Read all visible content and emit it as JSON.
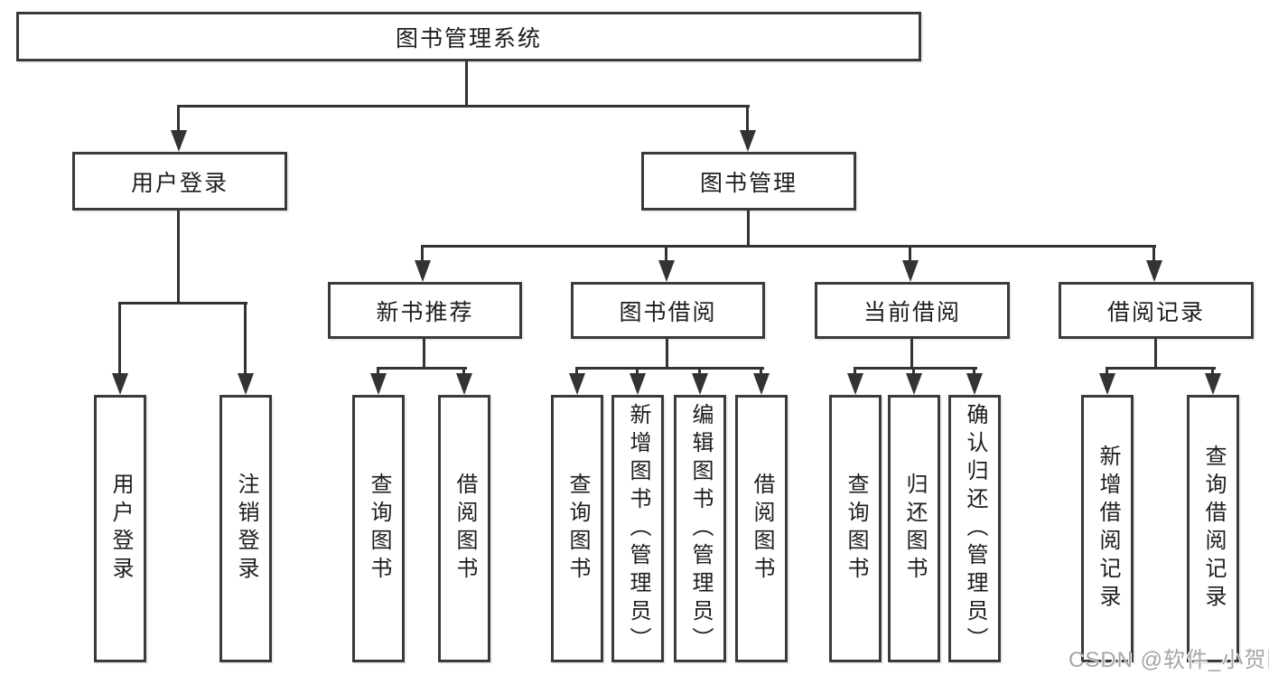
{
  "tree": {
    "root": "图书管理系统",
    "branches": [
      {
        "label": "用户登录",
        "children": [
          {
            "label": "用户登录"
          },
          {
            "label": "注销登录"
          }
        ]
      },
      {
        "label": "图书管理",
        "children": [
          {
            "label": "新书推荐",
            "children": [
              {
                "label": "查询图书"
              },
              {
                "label": "借阅图书"
              }
            ]
          },
          {
            "label": "图书借阅",
            "children": [
              {
                "label": "查询图书"
              },
              {
                "label": "新增图书（管理员）"
              },
              {
                "label": "编辑图书（管理员）"
              },
              {
                "label": "借阅图书"
              }
            ]
          },
          {
            "label": "当前借阅",
            "children": [
              {
                "label": "查询图书"
              },
              {
                "label": "归还图书"
              },
              {
                "label": "确认归还（管理员）"
              }
            ]
          },
          {
            "label": "借阅记录",
            "children": [
              {
                "label": "新增借阅记录"
              },
              {
                "label": "查询借阅记录"
              }
            ]
          }
        ]
      }
    ]
  },
  "watermark": "CSDN @软件_小贺同学",
  "colors": {
    "box_border": "#3a3a3a",
    "connector": "#333333",
    "text": "#1d1d1d",
    "watermark": "#a6a6a6",
    "background": "#ffffff"
  }
}
